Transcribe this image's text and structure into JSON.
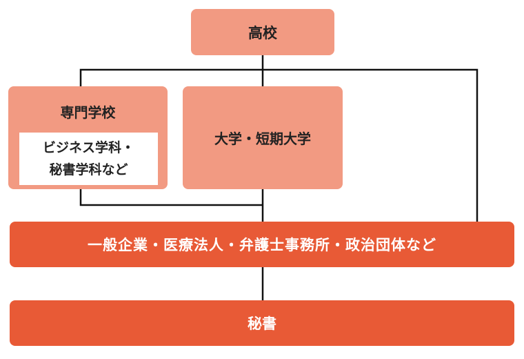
{
  "nodes": {
    "high_school": "高校",
    "vocational_school": "専門学校",
    "vocational_departments": [
      "ビジネス学科・",
      "秘書学科など"
    ],
    "university": "大学・短期大学",
    "employers": "一般企業・医療法人・弁護士事務所・政治団体など",
    "secretary": "秘書"
  },
  "colors": {
    "light_node": "#F29A82",
    "dark_node": "#E85A36",
    "connector": "#111111"
  }
}
